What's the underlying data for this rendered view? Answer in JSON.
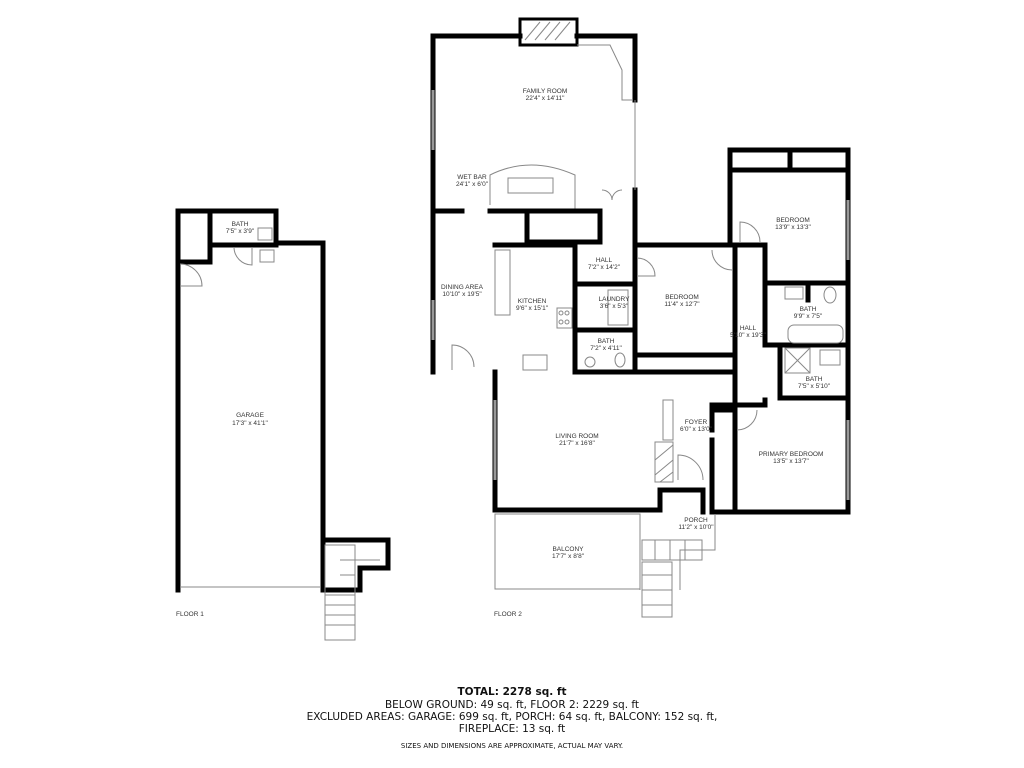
{
  "floors": {
    "floor1": {
      "label": "FLOOR 1",
      "rooms": [
        {
          "name": "BATH",
          "dims": "7'5\" x 3'9\""
        },
        {
          "name": "GARAGE",
          "dims": "17'3\" x 41'1\""
        }
      ]
    },
    "floor2": {
      "label": "FLOOR 2",
      "rooms": [
        {
          "name": "FAMILY ROOM",
          "dims": "22'4\" x 14'11\""
        },
        {
          "name": "WET BAR",
          "dims": "24'1\" x 6'0\""
        },
        {
          "name": "DINING AREA",
          "dims": "10'10\" x 19'5\""
        },
        {
          "name": "KITCHEN",
          "dims": "9'6\" x 15'1\""
        },
        {
          "name": "HALL",
          "dims": "7'2\" x 14'2\""
        },
        {
          "name": "LAUNDRY",
          "dims": "3'6\" x 5'3\""
        },
        {
          "name": "BATH",
          "dims": "7'2\" x 4'11\""
        },
        {
          "name": "BEDROOM",
          "dims": "11'4\" x 12'7\""
        },
        {
          "name": "BEDROOM",
          "dims": "13'9\" x 13'3\""
        },
        {
          "name": "BATH",
          "dims": "9'9\" x 7'5\""
        },
        {
          "name": "HALL",
          "dims": "5'10\" x 19'3\""
        },
        {
          "name": "BATH",
          "dims": "7'5\" x 5'10\""
        },
        {
          "name": "FOYER",
          "dims": "6'0\" x 13'0\""
        },
        {
          "name": "LIVING ROOM",
          "dims": "21'7\" x 16'8\""
        },
        {
          "name": "PRIMARY BEDROOM",
          "dims": "13'5\" x 13'7\""
        },
        {
          "name": "PORCH",
          "dims": "11'2\" x 10'0\""
        },
        {
          "name": "BALCONY",
          "dims": "17'7\" x 8'8\""
        }
      ]
    }
  },
  "summary": {
    "total": "TOTAL: 2278 sq. ft",
    "line2": "BELOW GROUND: 49 sq. ft, FLOOR 2: 2229 sq. ft",
    "line3": "EXCLUDED AREAS: GARAGE: 699 sq. ft, PORCH: 64 sq. ft, BALCONY: 152 sq. ft,",
    "line4": "FIREPLACE: 13 sq. ft",
    "disclaimer": "SIZES AND DIMENSIONS ARE APPROXIMATE, ACTUAL MAY VARY."
  }
}
